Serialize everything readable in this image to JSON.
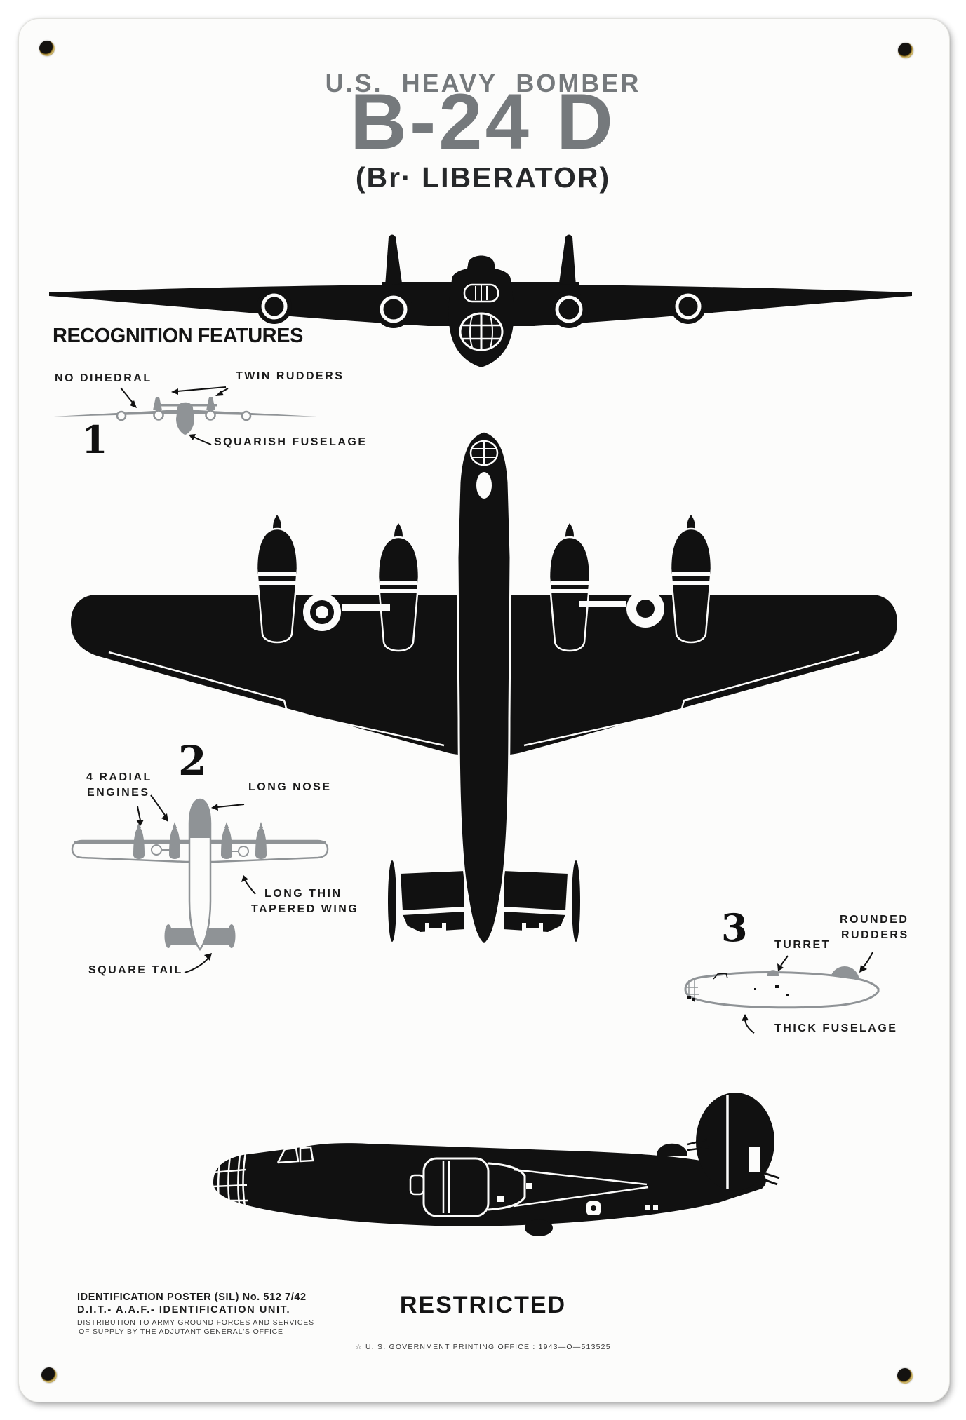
{
  "poster": {
    "header": {
      "kicker": "U.S. HEAVY BOMBER",
      "title": "B-24 D",
      "subtitle": "(Br· LIBERATOR)"
    },
    "section_heading": "RECOGNITION FEATURES",
    "feature_1": {
      "number": "1",
      "no_dihedral": "NO DIHEDRAL",
      "twin_rudders": "TWIN RUDDERS",
      "squarish_fuselage": "SQUARISH FUSELAGE"
    },
    "feature_2": {
      "number": "2",
      "radial_engines_line1": "4 RADIAL",
      "radial_engines_line2": "ENGINES",
      "long_nose": "LONG NOSE",
      "tapered_wing_line1": "LONG THIN",
      "tapered_wing_line2": "TAPERED WING",
      "square_tail": "SQUARE TAIL"
    },
    "feature_3": {
      "number": "3",
      "turret": "TURRET",
      "rounded_rudders_line1": "ROUNDED",
      "rounded_rudders_line2": "RUDDERS",
      "thick_fuselage": "THICK FUSELAGE"
    },
    "footer": {
      "poster_line1": "IDENTIFICATION POSTER (SIL) No. 512 7/42",
      "poster_line2": "D.I.T.- A.A.F.- IDENTIFICATION UNIT.",
      "poster_line3": "DISTRIBUTION TO ARMY GROUND FORCES AND SERVICES",
      "poster_line4": "OF SUPPLY BY THE ADJUTANT GENERAL'S OFFICE",
      "classification": "RESTRICTED",
      "printing_office": "☆ U. S. GOVERNMENT PRINTING OFFICE : 1943—O—513525"
    },
    "colors": {
      "ink": "#111111",
      "title_gray": "#75797c",
      "diagram_gray": "#8f9396",
      "sign_white": "#fcfcfb",
      "brass": "#c9ae62"
    }
  }
}
